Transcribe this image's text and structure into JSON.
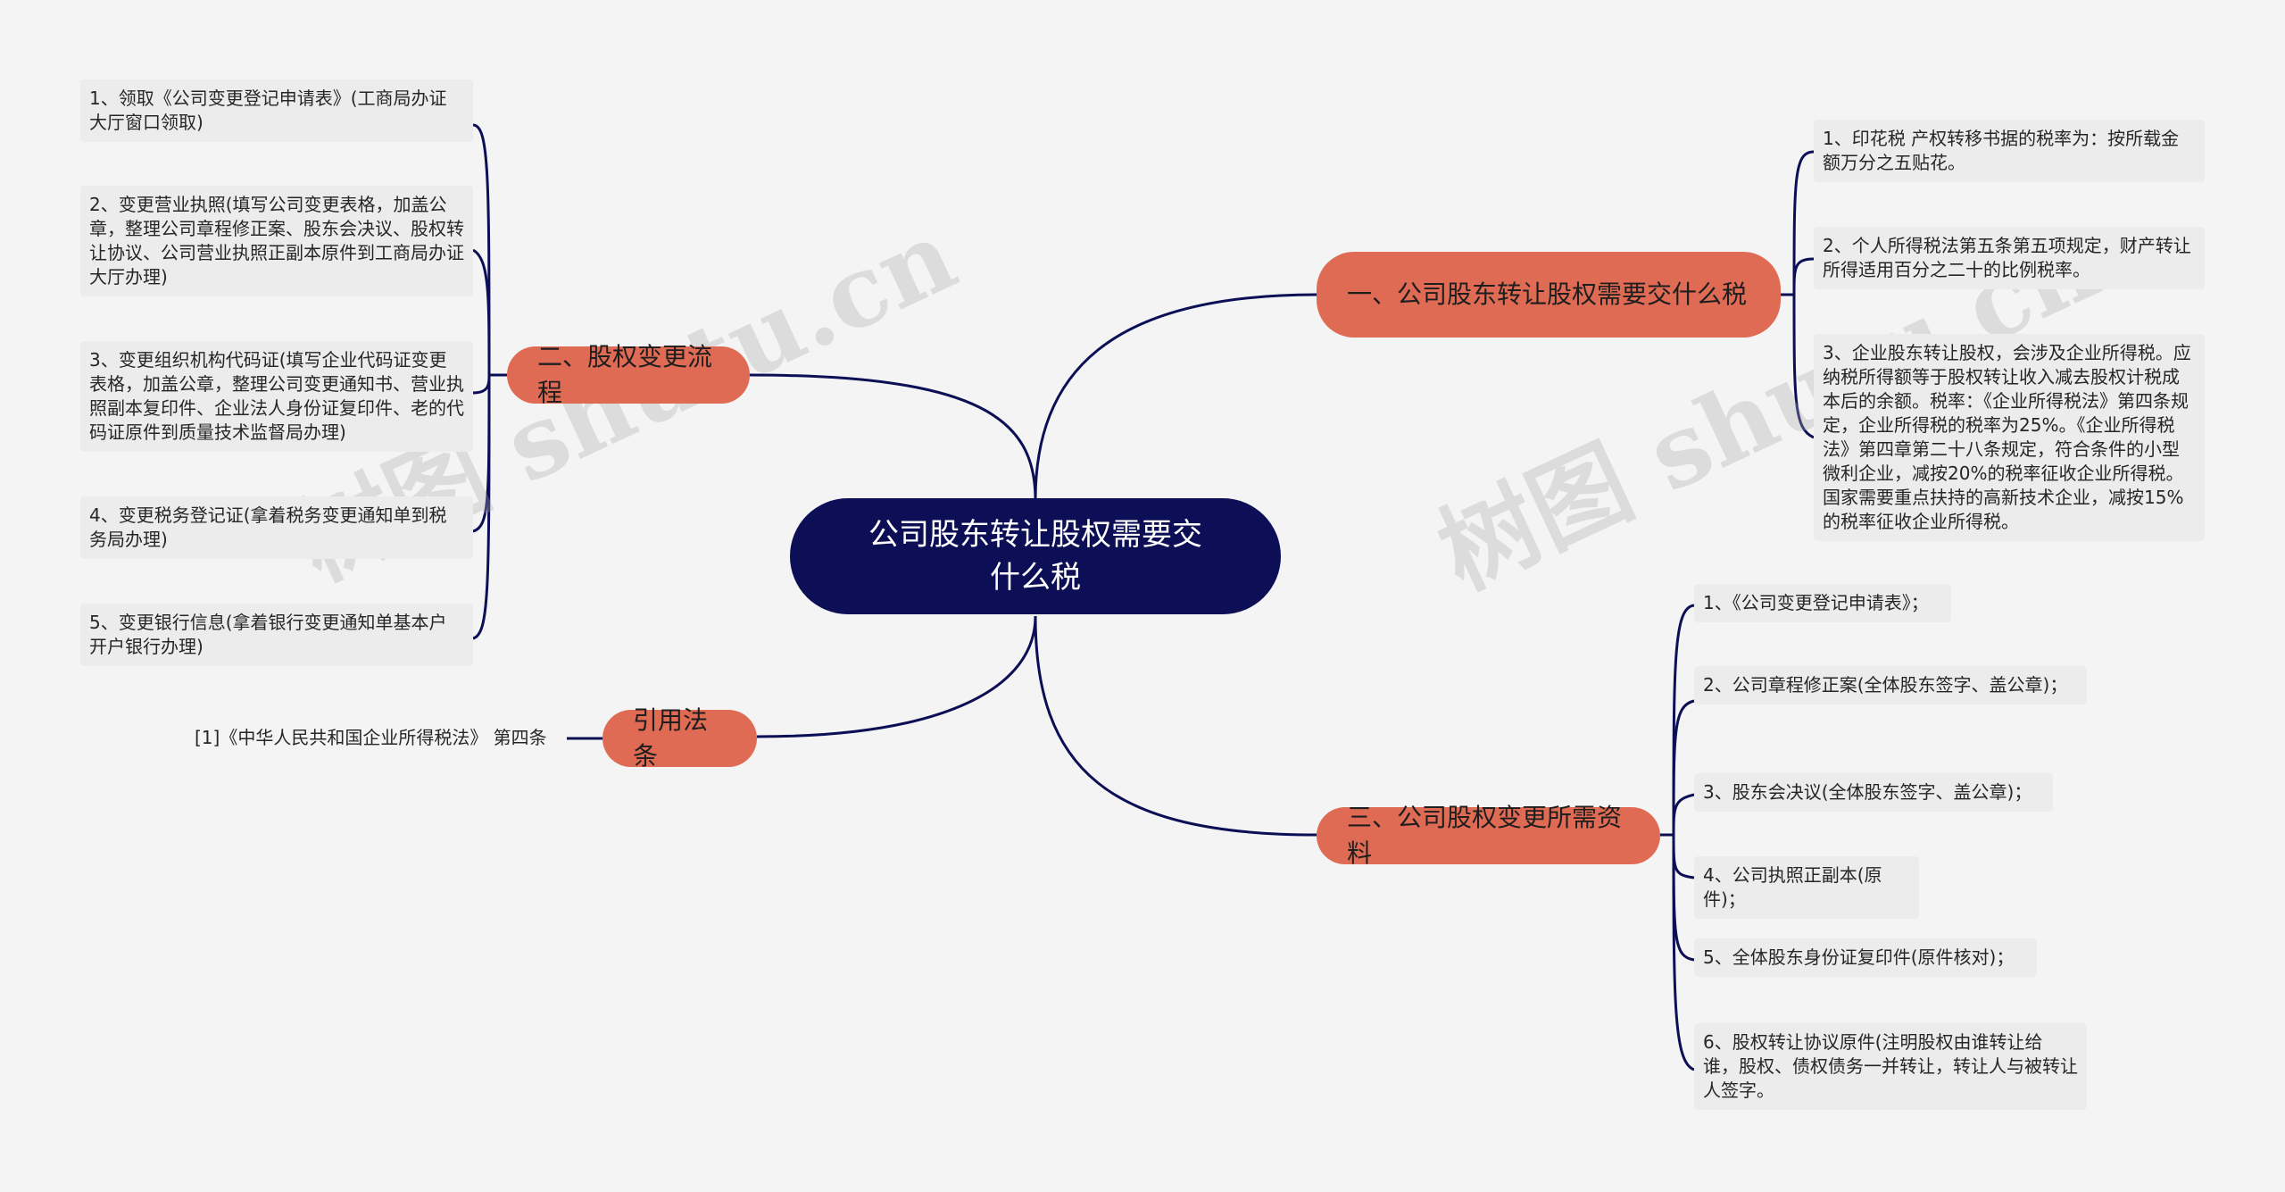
{
  "center": "公司股东转让股权需要交什么税",
  "branches": {
    "b1": {
      "label": "一、公司股东转让股权需要交什么税",
      "items": [
        "1、印花税 产权转移书据的税率为：按所载金额万分之五贴花。",
        "2、个人所得税法第五条第五项规定，财产转让所得适用百分之二十的比例税率。",
        "3、企业股东转让股权，会涉及企业所得税。应纳税所得额等于股权转让收入减去股权计税成本后的余额。税率：《企业所得税法》第四条规定，企业所得税的税率为25%。《企业所得税法》第四章第二十八条规定，符合条件的小型微利企业，减按20%的税率征收企业所得税。国家需要重点扶持的高新技术企业，减按15%的税率征收企业所得税。"
      ]
    },
    "b2": {
      "label": "二、股权变更流程",
      "items": [
        "1、领取《公司变更登记申请表》(工商局办证大厅窗口领取)",
        "2、变更营业执照(填写公司变更表格，加盖公章，整理公司章程修正案、股东会决议、股权转让协议、公司营业执照正副本原件到工商局办证大厅办理)",
        "3、变更组织机构代码证(填写企业代码证变更表格，加盖公章，整理公司变更通知书、营业执照副本复印件、企业法人身份证复印件、老的代码证原件到质量技术监督局办理)",
        "4、变更税务登记证(拿着税务变更通知单到税务局办理)",
        "5、变更银行信息(拿着银行变更通知单基本户开户银行办理)"
      ]
    },
    "b3": {
      "label": "三、公司股权变更所需资料",
      "items": [
        "1、《公司变更登记申请表》；",
        "2、公司章程修正案(全体股东签字、盖公章)；",
        "3、股东会决议(全体股东签字、盖公章)；",
        "4、公司执照正副本(原件)；",
        "5、全体股东身份证复印件(原件核对)；",
        "6、股权转让协议原件(注明股权由谁转让给谁，股权、债权债务一并转让，转让人与被转让人签字。"
      ]
    },
    "b4": {
      "label": "引用法条",
      "items": [
        "[1]《中华人民共和国企业所得税法》 第四条"
      ]
    }
  },
  "watermarks": [
    "树图 shutu.cn",
    "树图 shutu.cn"
  ],
  "colors": {
    "center": "#0c0f55",
    "branch": "#e06b55",
    "leaf_bg": "#ececec",
    "line": "#0c0f55",
    "background": "#f4f4f4"
  }
}
